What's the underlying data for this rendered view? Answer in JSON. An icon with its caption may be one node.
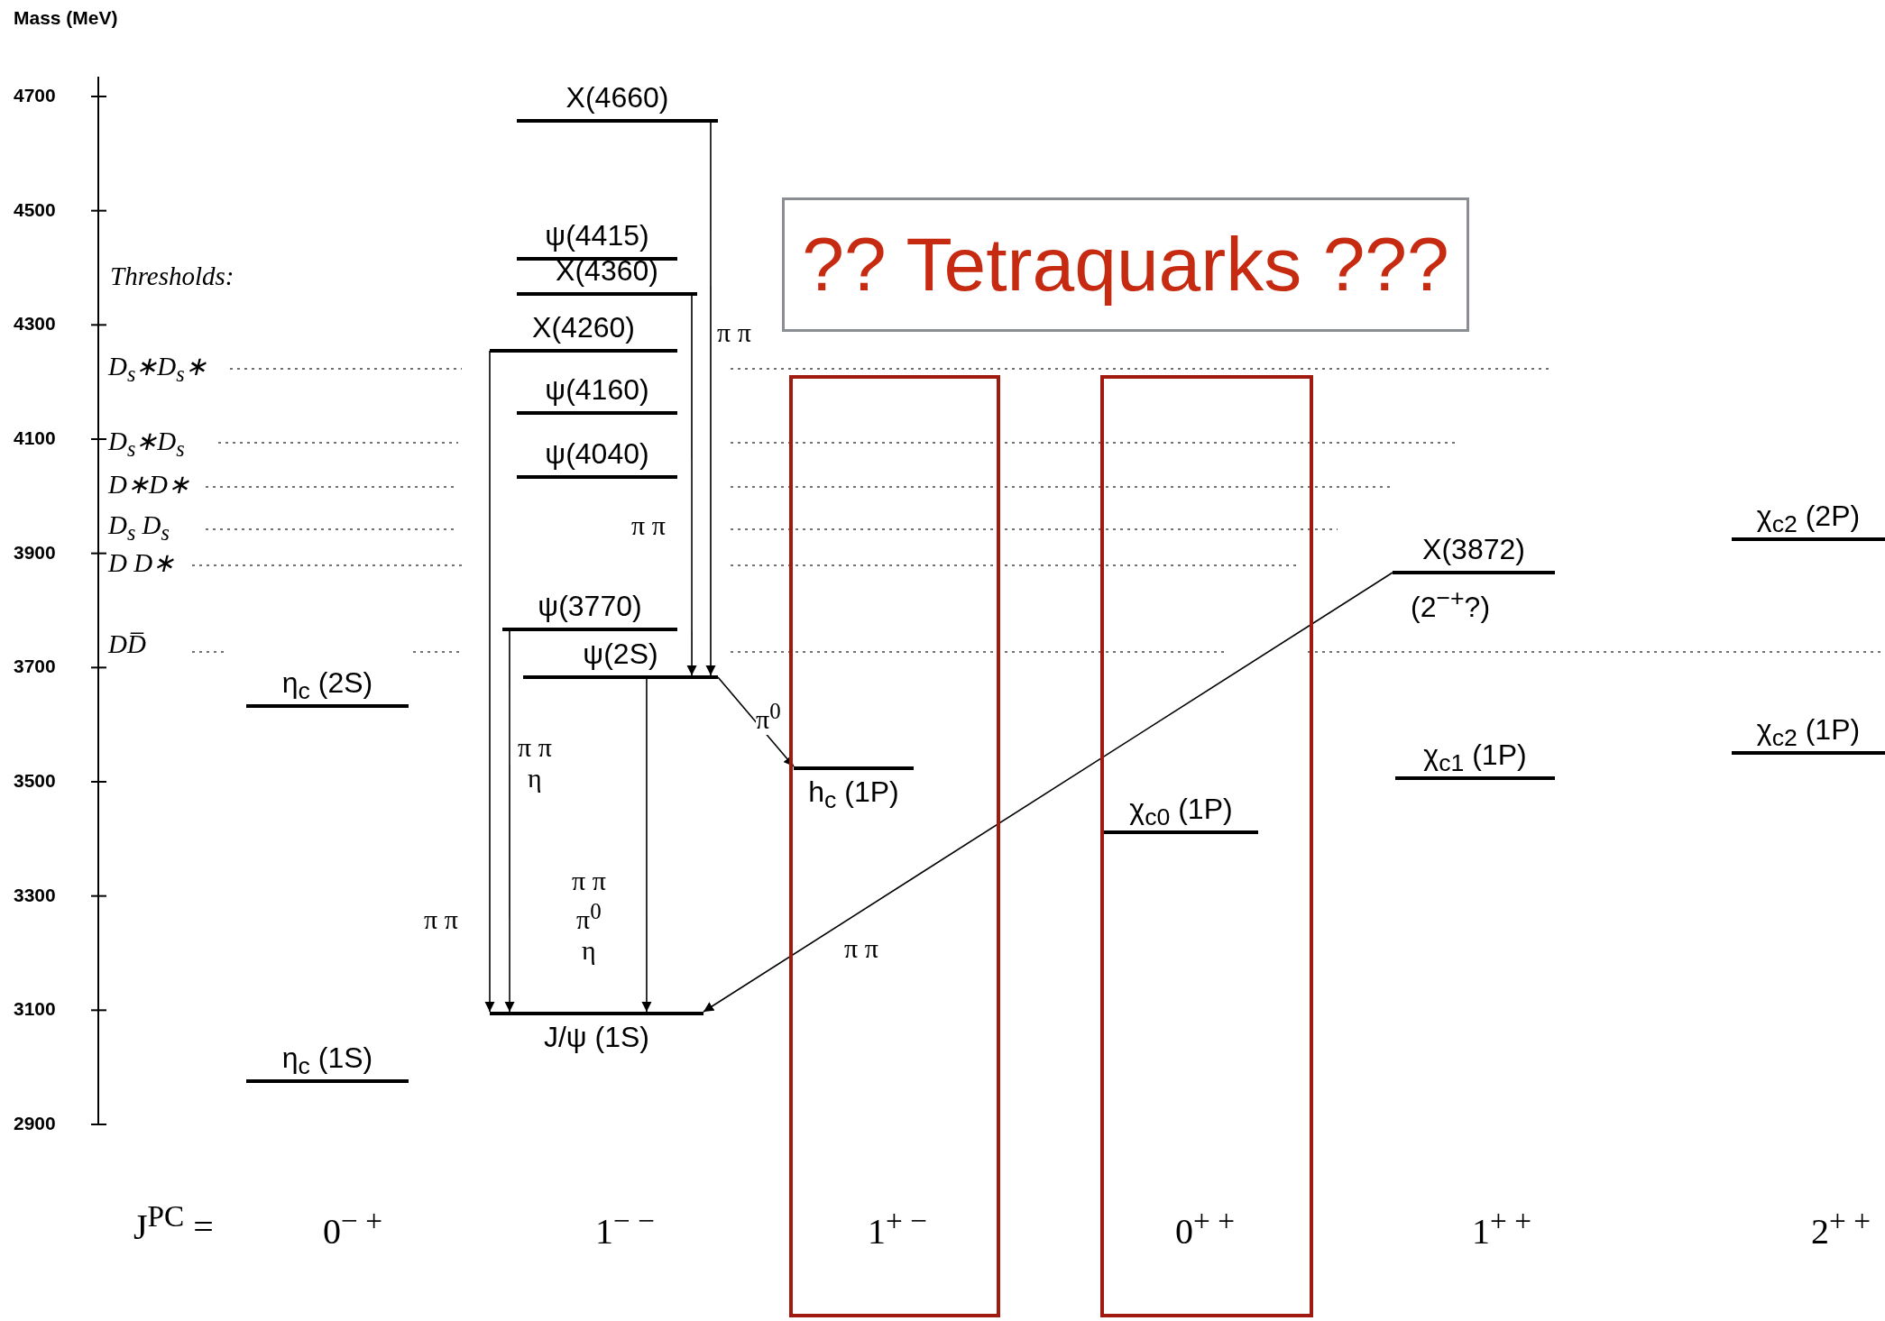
{
  "diagram": {
    "nodes": [
      {
        "text": [
          "X(4660)"
        ]
      },
      {
        "text": [
          "?? Tetraquarks ???"
        ]
      },
      {
        "text": [
          "ψ(4415)"
        ]
      },
      {
        "text": [
          "X(4360)"
        ]
      },
      {
        "text": [
          "X(4260)"
        ]
      },
      {
        "text": [
          "ψ(4160)"
        ]
      },
      {
        "text": [],
        "shape": "box"
      },
      {
        "text": [],
        "shape": "box"
      },
      {
        "text": [
          "ψ(4040)"
        ]
      },
      {
        "text": [
          "χ$_{c2}$ (2P)"
        ]
      },
      {
        "text": [
          "X(3872)"
        ],
        "beside": [
          "(2$^{−+}$?)"
        ]
      },
      {
        "text": [
          "ψ(3770)"
        ]
      },
      {
        "text": [
          "ψ(2S)"
        ]
      },
      {
        "text": [
          "η$_{c}$ (2S)"
        ]
      },
      {
        "text": [
          "χ$_{c2}$ (1P)"
        ]
      },
      {
        "text": [
          "h$_{c}$ (1P)"
        ],
        "in": 6
      },
      {
        "text": [
          "χ$_{c1}$ (1P)"
        ]
      },
      {
        "text": [
          "χ$_{c0}$ (1P)"
        ],
        "in": 7
      },
      {
        "text": [
          "J/ψ (1S)"
        ]
      },
      {
        "text": [
          "η$_{c}$ (1S)"
        ]
      }
    ],
    "edges": [
      {
        "from": 0,
        "to": 12,
        "arrow": "to",
        "label": "π π"
      },
      {
        "from": 3,
        "to": 12,
        "arrow": "to",
        "label": "π π"
      },
      {
        "from": 4,
        "to": 18,
        "arrow": "to",
        "label": "π π"
      },
      {
        "from": 11,
        "to": 18,
        "arrow": "to",
        "label": "π π η"
      },
      {
        "from": 12,
        "to": 18,
        "arrow": "to",
        "label": "π π π$^{0}$ η"
      },
      {
        "from": 12,
        "to": 15,
        "arrow": "to",
        "label": "π$^{0}$"
      },
      {
        "from": 10,
        "to": 18,
        "arrow": "to",
        "label": "π π"
      }
    ],
    "labels": [
      "Mass (MeV)",
      "4700",
      "4500",
      "Thresholds:",
      "4300",
      "D$_{s}$∗D$_{s}$∗",
      "4100",
      "D$_{s}$∗D$_{s}$",
      "D∗D∗",
      "D$_{s}$ D$_{s}$",
      "3900",
      "D D∗",
      "DD̅",
      "3700",
      "3500",
      "3300",
      "3100",
      "2900",
      "J$^{PC}$ =",
      "0$^{− +}$",
      "1$^{− −}$",
      "1$^{+ −}$",
      "0$^{+ +}$",
      "1$^{+ +}$",
      "2$^{+ +}$"
    ]
  }
}
